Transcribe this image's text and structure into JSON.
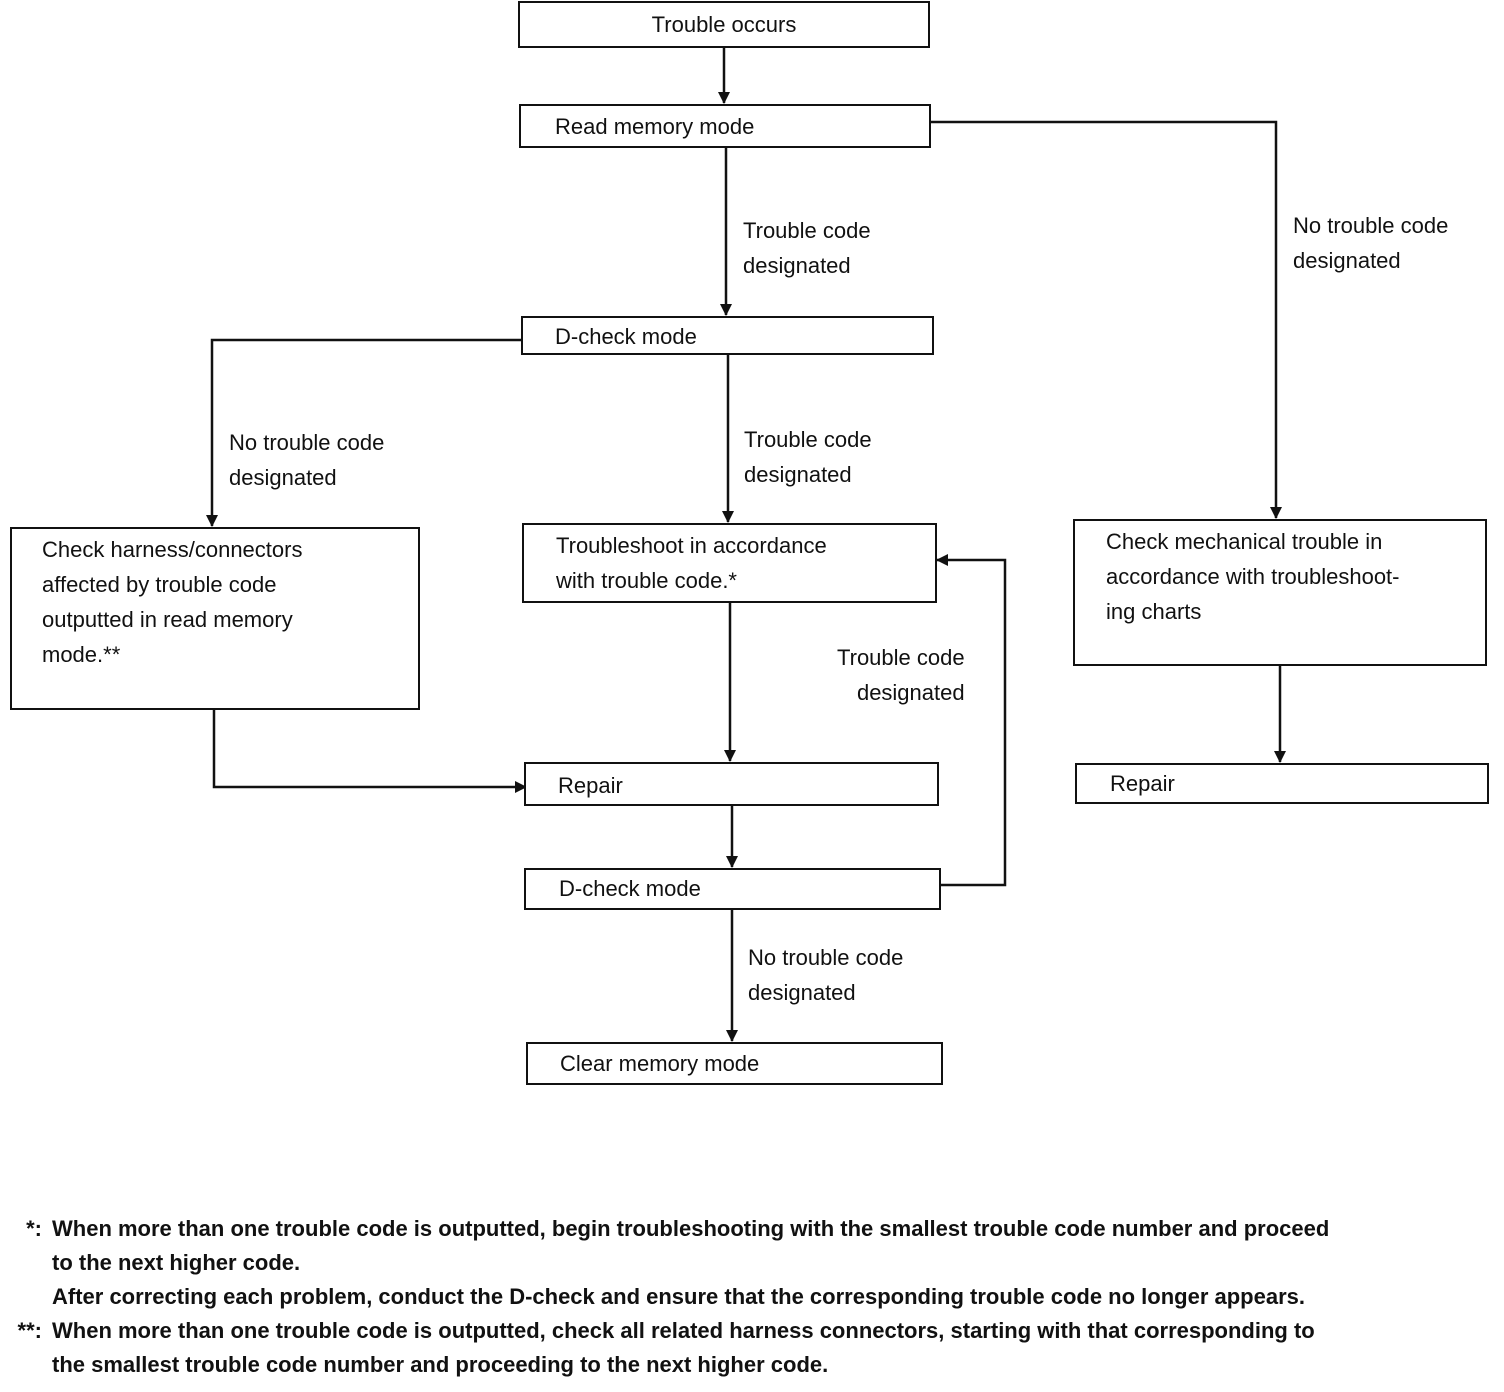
{
  "boxes": {
    "trouble_occurs": "Trouble occurs",
    "read_memory": "Read memory mode",
    "dcheck_1": "D-check mode",
    "check_harness": "Check harness/connectors\naffected by trouble code\noutputted in read memory\nmode.**",
    "troubleshoot": "Troubleshoot in accordance\nwith trouble code.*",
    "check_mechanical": "Check mechanical trouble in\naccordance with troubleshoot-\ning charts",
    "repair_center": "Repair",
    "repair_right": "Repair",
    "dcheck_2": "D-check mode",
    "clear_memory": "Clear memory mode"
  },
  "labels": {
    "read_to_dcheck": "Trouble code\ndesignated",
    "read_to_mechanical": "No trouble code\ndesignated",
    "dcheck_to_harness": "No trouble code\ndesignated",
    "dcheck_to_troubleshoot": "Trouble code\ndesignated",
    "loop_back": "Trouble code\ndesignated",
    "dcheck2_to_clear": "No trouble code\ndesignated"
  },
  "notes": [
    {
      "marker": "*:",
      "text": "When more than one trouble code is outputted, begin troubleshooting with the smallest trouble code number and proceed"
    },
    {
      "marker": "",
      "text": "to the next higher code."
    },
    {
      "marker": "",
      "text": "After correcting each problem, conduct the D-check and ensure that the corresponding trouble code no longer appears."
    },
    {
      "marker": "**:",
      "text": "When more than one trouble code is outputted, check all related harness connectors, starting with that corresponding to"
    },
    {
      "marker": "",
      "text": "the smallest trouble code number and proceeding to the next higher code."
    }
  ]
}
